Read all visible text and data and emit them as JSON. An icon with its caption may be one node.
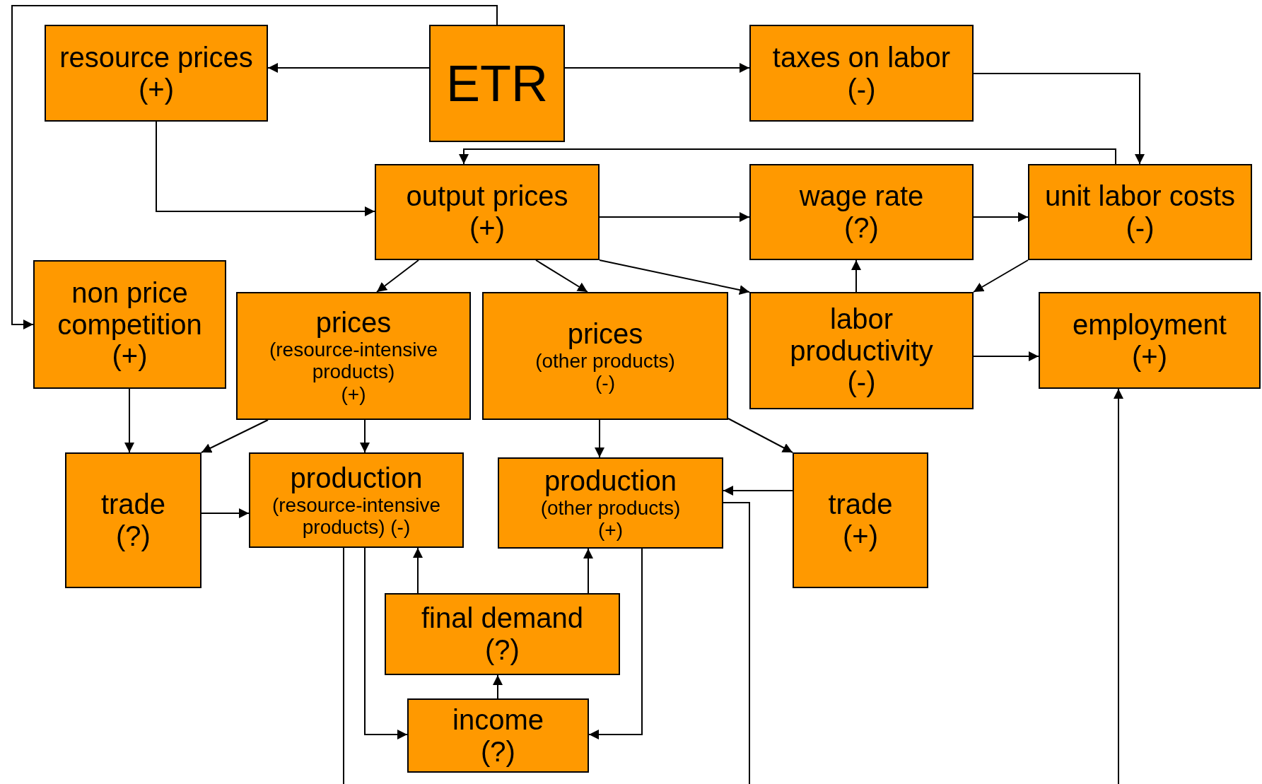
{
  "diagram": {
    "nodes": [
      {
        "text": [
          "resource prices",
          "(+)"
        ]
      },
      {
        "text": [
          "ETR"
        ]
      },
      {
        "text": [
          "taxes on labor",
          "(-)"
        ]
      },
      {
        "text": [
          "output prices",
          "(+)"
        ]
      },
      {
        "text": [
          "wage rate",
          "(?)"
        ]
      },
      {
        "text": [
          "unit labor costs",
          "(-)"
        ]
      },
      {
        "text": [
          "non price competition",
          "(+)"
        ]
      },
      {
        "text": [
          "prices",
          "(resource-intensive products)",
          "(+)"
        ]
      },
      {
        "text": [
          "prices",
          "(other products)",
          "(-)"
        ]
      },
      {
        "text": [
          "labor productivity",
          "(-)"
        ]
      },
      {
        "text": [
          "employment",
          "(+)"
        ]
      },
      {
        "text": [
          "trade",
          "(?)"
        ]
      },
      {
        "text": [
          "production",
          "(resource-intensive products) (-)"
        ]
      },
      {
        "text": [
          "production",
          "(other products)",
          "(+)"
        ]
      },
      {
        "text": [
          "trade",
          "(+)"
        ]
      },
      {
        "text": [
          "final demand",
          "(?)"
        ]
      },
      {
        "text": [
          "income",
          "(?)"
        ]
      }
    ],
    "edges": [
      {
        "from": 1,
        "to": 0,
        "arrow": "to"
      },
      {
        "from": 1,
        "to": 2,
        "arrow": "to"
      },
      {
        "from": 1,
        "to": 6,
        "arrow": "to"
      },
      {
        "from": 0,
        "to": 3,
        "arrow": "to"
      },
      {
        "from": 2,
        "to": 5,
        "arrow": "to"
      },
      {
        "from": 5,
        "to": 3,
        "arrow": "to"
      },
      {
        "from": 3,
        "to": 4,
        "arrow": "to"
      },
      {
        "from": 4,
        "to": 5,
        "arrow": "to"
      },
      {
        "from": 3,
        "to": 9,
        "arrow": "to"
      },
      {
        "from": 5,
        "to": 9,
        "arrow": "to"
      },
      {
        "from": 9,
        "to": 4,
        "arrow": "to"
      },
      {
        "from": 9,
        "to": 10,
        "arrow": "to"
      },
      {
        "from": 3,
        "to": 7,
        "arrow": "to"
      },
      {
        "from": 3,
        "to": 8,
        "arrow": "to"
      },
      {
        "from": 6,
        "to": 11,
        "arrow": "to"
      },
      {
        "from": 7,
        "to": 11,
        "arrow": "to"
      },
      {
        "from": 7,
        "to": 12,
        "arrow": "to"
      },
      {
        "from": 8,
        "to": 13,
        "arrow": "to"
      },
      {
        "from": 8,
        "to": 14,
        "arrow": "to"
      },
      {
        "from": 11,
        "to": 12,
        "arrow": "to"
      },
      {
        "from": 14,
        "to": 13,
        "arrow": "to"
      },
      {
        "from": 15,
        "to": 12,
        "arrow": "to"
      },
      {
        "from": 15,
        "to": 13,
        "arrow": "to"
      },
      {
        "from": 16,
        "to": 15,
        "arrow": "to"
      },
      {
        "from": 12,
        "to": 16,
        "arrow": "to"
      },
      {
        "from": 13,
        "to": 16,
        "arrow": "to"
      },
      {
        "from": 12,
        "to": null,
        "arrow": "none"
      },
      {
        "from": 13,
        "to": null,
        "arrow": "none"
      },
      {
        "from": null,
        "to": 10,
        "arrow": "to"
      }
    ]
  }
}
